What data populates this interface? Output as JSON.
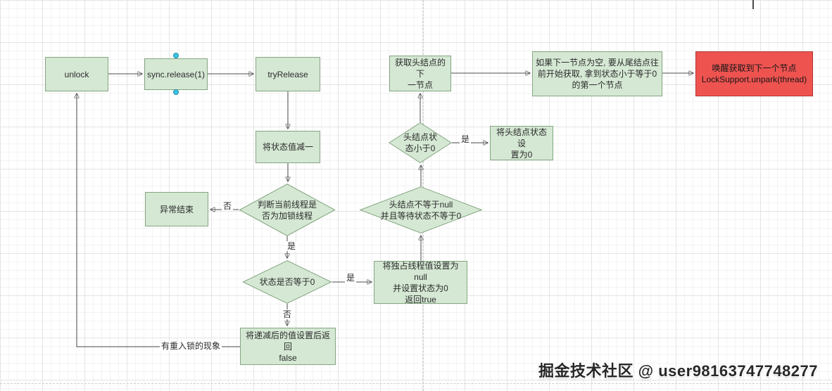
{
  "watermark": "掘金技术社区 @ user98163747748277",
  "colors": {
    "node_green_fill": "#d5e8d4",
    "node_green_border": "#84a680",
    "node_red_fill": "#ee5350",
    "node_red_border": "#b13734",
    "connector": "#4d4d4d",
    "selection_handle": "#40c2de"
  },
  "nodes": {
    "unlock": {
      "label": "unlock"
    },
    "sync_release": {
      "label": "sync.release(1)"
    },
    "try_release": {
      "label": "tryRelease"
    },
    "decrement_state": {
      "label": "将状态值减一"
    },
    "abnormal_end": {
      "label": "异常结束"
    },
    "check_thread": {
      "label": "判断当前线程是\n否为加锁线程"
    },
    "state_zero": {
      "label": "状态是否等于0"
    },
    "return_false": {
      "label": "将递减后的值设置后返回\nfalse"
    },
    "set_null": {
      "label": "将独占线程值设置为null\n并设置状态为0\n返回true"
    },
    "head_not_null": {
      "label": "头结点不等于null\n并且等待状态不等于0"
    },
    "head_lt_zero": {
      "label": "头结点状\n态小于0"
    },
    "set_head_zero": {
      "label": "将头结点状态设\n置为0"
    },
    "get_next_node": {
      "label": "获取头结点的下\n一节点"
    },
    "next_empty_fallback": {
      "label": "如果下一节点为空, 要从尾结点往\n前开始获取, 拿到状态小于等于0\n的第一个节点"
    },
    "wake_next": {
      "label": "唤醒获取到下一个节点\nLockSupport.unpark(thread)"
    }
  },
  "edge_labels": {
    "check_thread_no": "否",
    "check_thread_yes": "是",
    "state_zero_yes": "是",
    "state_zero_no": "否",
    "reentrant_note": "有重入锁的现象",
    "head_lt_zero_yes": "是"
  }
}
